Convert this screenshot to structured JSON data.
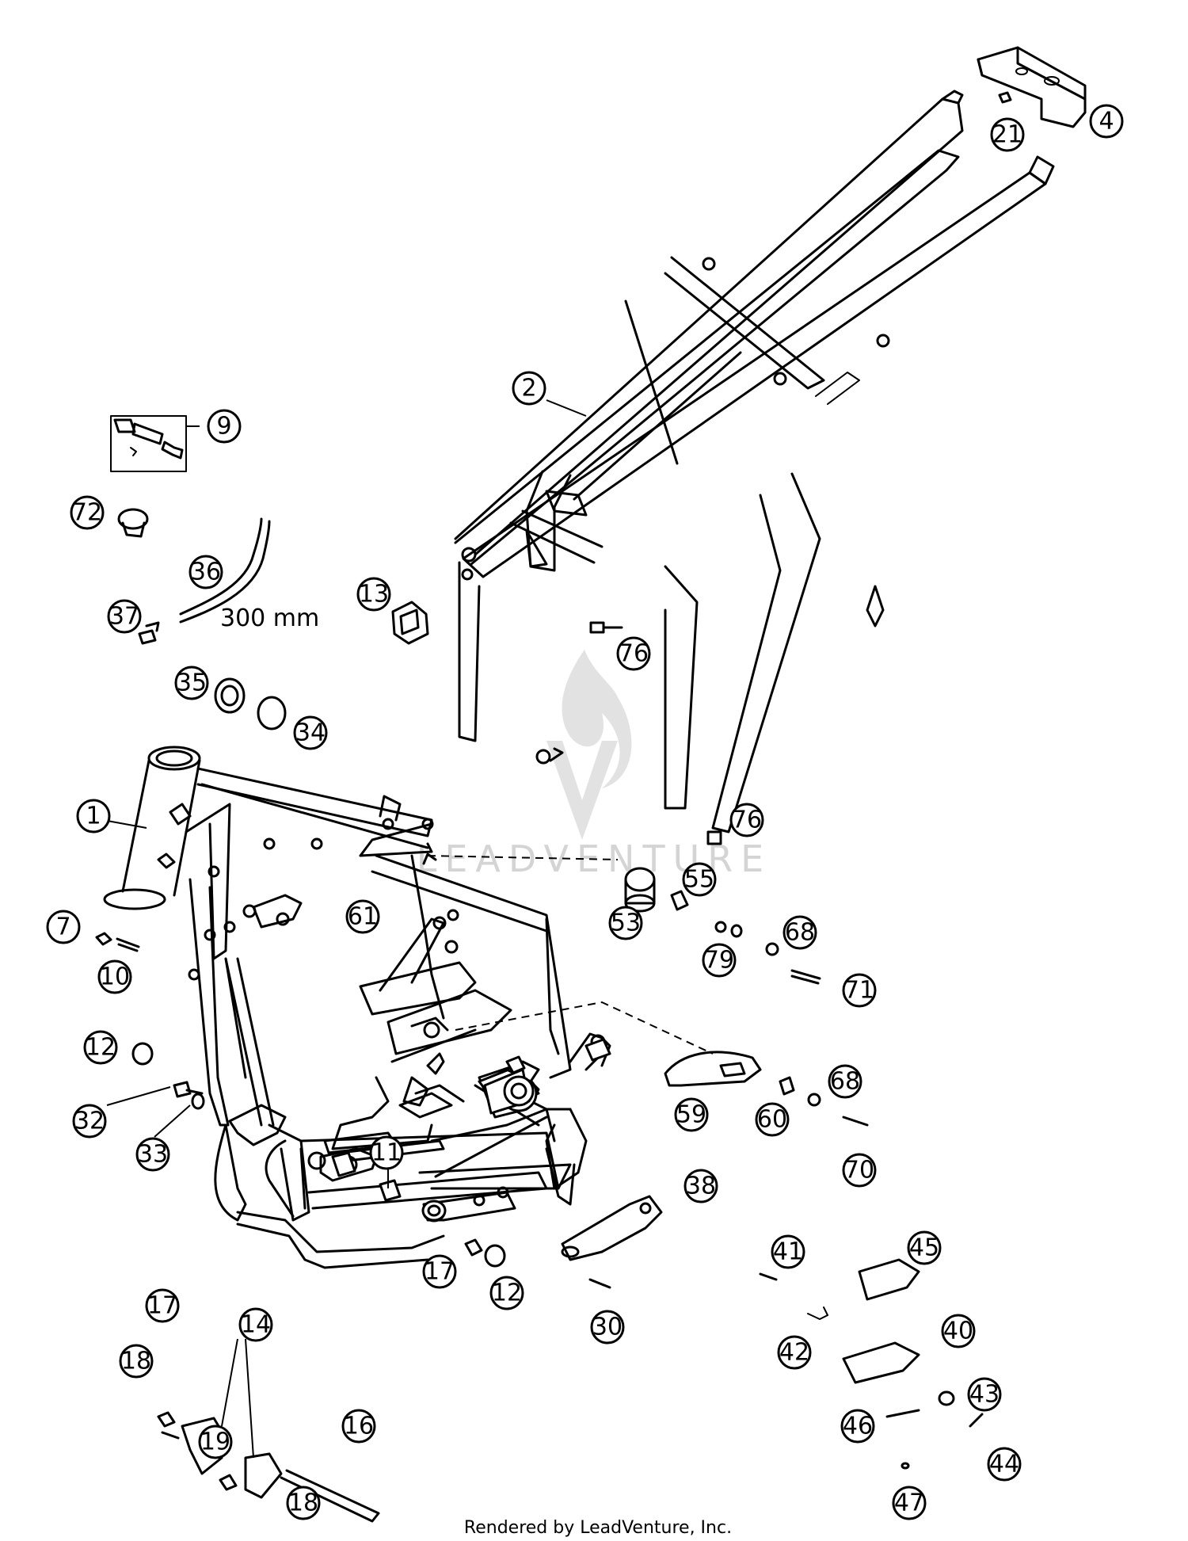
{
  "diagram": {
    "part_numbers": [
      "1",
      "2",
      "4",
      "7",
      "9",
      "10",
      "11",
      "12",
      "12",
      "13",
      "14",
      "16",
      "17",
      "17",
      "18",
      "18",
      "19",
      "21",
      "30",
      "32",
      "33",
      "34",
      "35",
      "36",
      "37",
      "38",
      "40",
      "41",
      "42",
      "43",
      "44",
      "45",
      "46",
      "47",
      "53",
      "55",
      "59",
      "60",
      "61",
      "68",
      "68",
      "70",
      "71",
      "72",
      "76",
      "76",
      "79"
    ],
    "hose_length_label": "300 mm",
    "watermark_text": "LEADVENTURE",
    "footer": "Rendered by LeadVenture, Inc."
  }
}
